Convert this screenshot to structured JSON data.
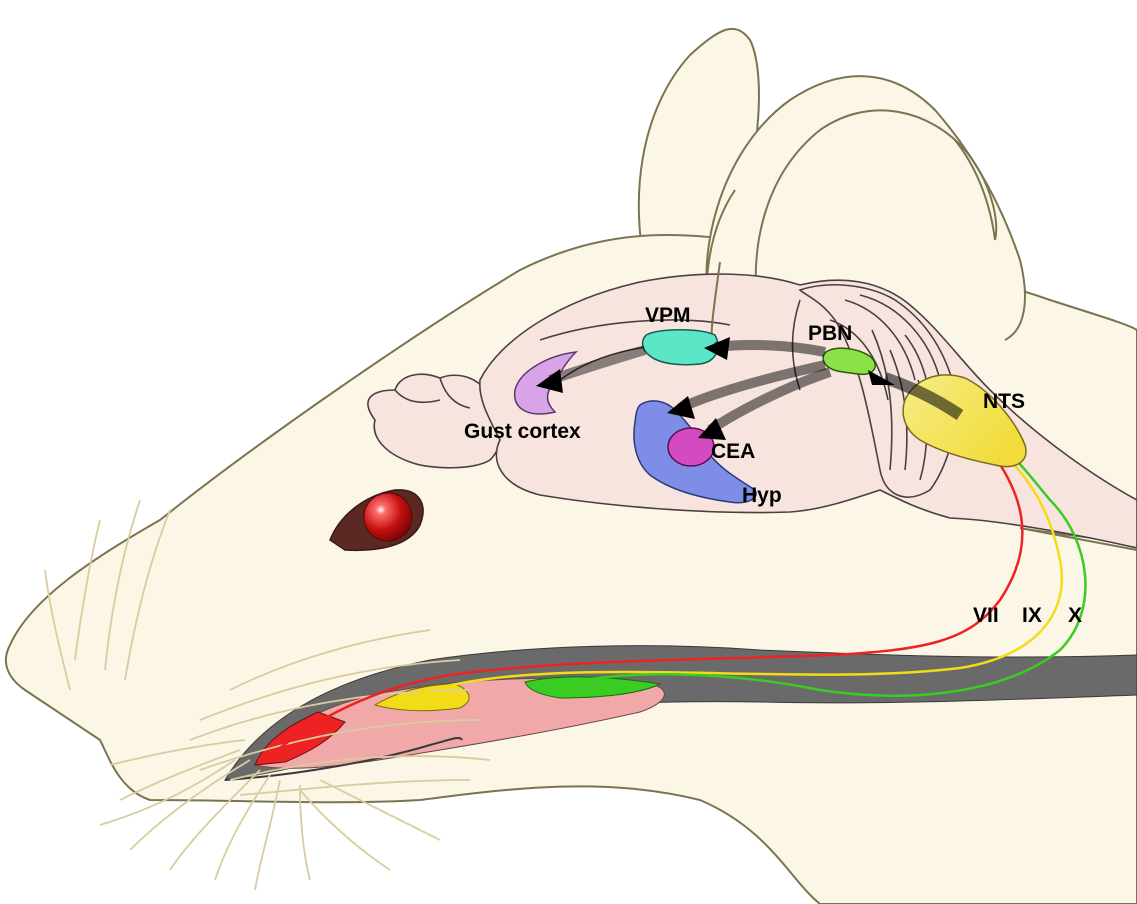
{
  "labels": {
    "vpm": "VPM",
    "pbn": "PBN",
    "nts": "NTS",
    "gust_cortex": "Gust cortex",
    "cea": "CEA",
    "hyp": "Hyp",
    "nerve_vii": "VII",
    "nerve_ix": "IX",
    "nerve_x": "X"
  },
  "colors": {
    "head_fill": "#FBF6E6",
    "head_outline": "#7A7550",
    "brain_fill": "#F8E4DE",
    "brain_outline": "#4A4040",
    "vpm": "#5CE6C8",
    "gust_cortex": "#D9A3E8",
    "pbn": "#8CE04A",
    "nts": "#F7EE7A",
    "cea": "#D44AC2",
    "hyp": "#7E8EE6",
    "nerve_vii": "#EE2222",
    "nerve_ix": "#F2DC18",
    "nerve_x": "#3ACC22",
    "tongue": "#F0A8A8",
    "mouth_dark": "#6A6A6A",
    "eye": "#C41010",
    "whisker": "#D8CCA0"
  }
}
